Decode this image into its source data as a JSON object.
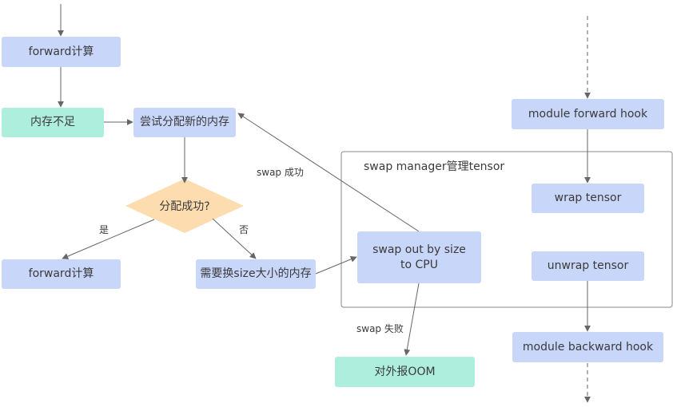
{
  "nodes": {
    "forward_top": "forward计算",
    "mem_insufficient": "内存不足",
    "try_alloc": "尝试分配新的内存",
    "alloc_success": "分配成功?",
    "forward_bottom": "forward计算",
    "need_swap": "需要换size大小的内存",
    "swap_out": "swap out by size\nto CPU",
    "report_oom": "对外报OOM",
    "module_forward_hook": "module forward hook",
    "wrap_tensor": "wrap tensor",
    "unwrap_tensor": "unwrap tensor",
    "module_backward_hook": "module backward hook"
  },
  "group": {
    "label": "swap manager管理tensor"
  },
  "edge_labels": {
    "yes": "是",
    "no": "否",
    "swap_success": "swap 成功",
    "swap_fail": "swap 失败"
  },
  "colors": {
    "process_node": "#c8d6fa",
    "terminal_node": "#aeeedd",
    "decision_node": "#fddcb0",
    "edge": "#666666",
    "group_border": "#888888"
  }
}
